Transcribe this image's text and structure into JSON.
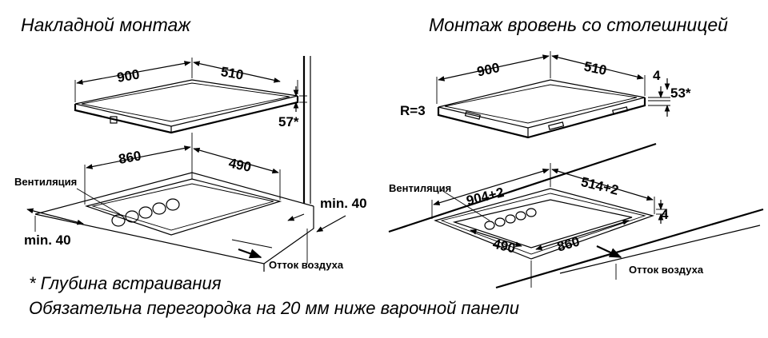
{
  "titles": {
    "left": "Накладной монтаж",
    "right": "Монтаж вровень со столешницей"
  },
  "left_diagram": {
    "hob_width": "900",
    "hob_depth": "510",
    "installation_depth": "57*",
    "cutout_width": "860",
    "cutout_depth": "490",
    "ventilation_label": "Вентиляция",
    "min_clearance_right": "min. 40",
    "min_clearance_left": "min. 40",
    "air_outflow_label": "Отток воздуха"
  },
  "right_diagram": {
    "hob_width": "900",
    "hob_depth": "510",
    "edge_thickness": "4",
    "installation_depth": "53*",
    "radius_label": "R=3",
    "ventilation_label": "Вентиляция",
    "recess_width": "904+2",
    "recess_depth": "514+2",
    "recess_step": "4",
    "cutout_depth": "490",
    "cutout_width": "860",
    "air_outflow_label": "Отток воздуха"
  },
  "notes": {
    "depth_note": "* Глубина встраивания",
    "partition_note": "Обязательна перегородка на 20 мм ниже варочной панели"
  }
}
